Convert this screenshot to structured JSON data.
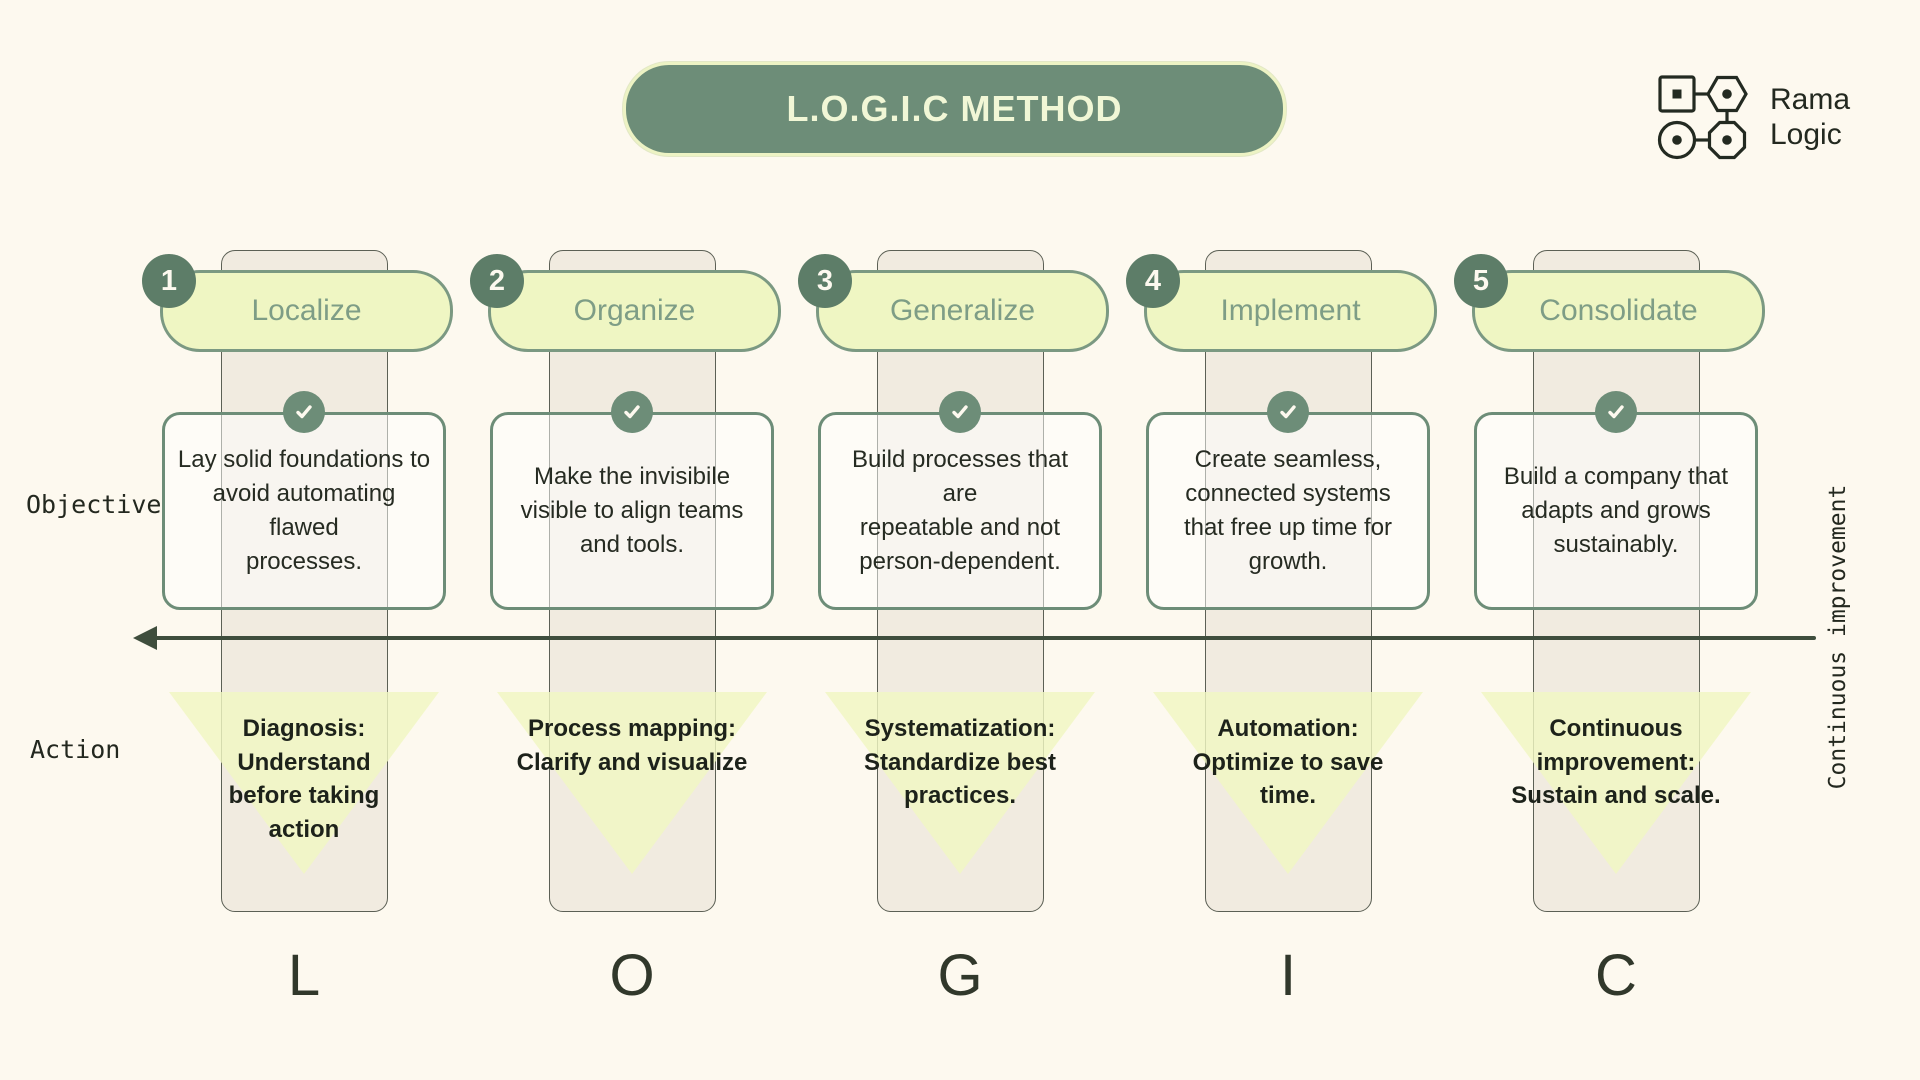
{
  "title": "L.O.G.I.C METHOD",
  "brand": {
    "name_line1": "Rama",
    "name_line2": "Logic",
    "logo_icon": "network-shapes-icon"
  },
  "row_labels": {
    "objective": "Objective",
    "action": "Action"
  },
  "side_label": "Continuous improvement",
  "colors": {
    "background": "#fdf9ef",
    "title_pill_fill": "#6d8d78",
    "title_text": "#f1f7d6",
    "step_pill_fill": "#eff6c3",
    "step_pill_border": "#7b9982",
    "step_pill_text": "#7e9d86",
    "badge_fill": "#5d7d68",
    "tube_fill": "#f1ebe0",
    "card_border": "#6d8d78",
    "triangle_fill": "#f0f7c2",
    "arrow": "#3f4e3d",
    "text_dark": "#23281f"
  },
  "columns": [
    {
      "number": "1",
      "name": "Localize",
      "objective": "Lay solid foundations to\navoid automating flawed\nprocesses.",
      "action": "Diagnosis:\nUnderstand\nbefore taking\naction",
      "letter": "L"
    },
    {
      "number": "2",
      "name": "Organize",
      "objective": "Make the invisibile\nvisible to align teams\nand tools.",
      "action": "Process mapping:\nClarify and visualize",
      "letter": "O"
    },
    {
      "number": "3",
      "name": "Generalize",
      "objective": "Build processes that are\nrepeatable and not\nperson-dependent.",
      "action": "Systematization:\nStandardize best\npractices.",
      "letter": "G"
    },
    {
      "number": "4",
      "name": "Implement",
      "objective": "Create seamless,\nconnected systems\nthat free up time for\ngrowth.",
      "action": "Automation:\nOptimize to save\ntime.",
      "letter": "I"
    },
    {
      "number": "5",
      "name": "Consolidate",
      "objective": "Build a company that\nadapts and grows\nsustainably.",
      "action": "Continuous\nimprovement:\nSustain and scale.",
      "letter": "C"
    }
  ]
}
